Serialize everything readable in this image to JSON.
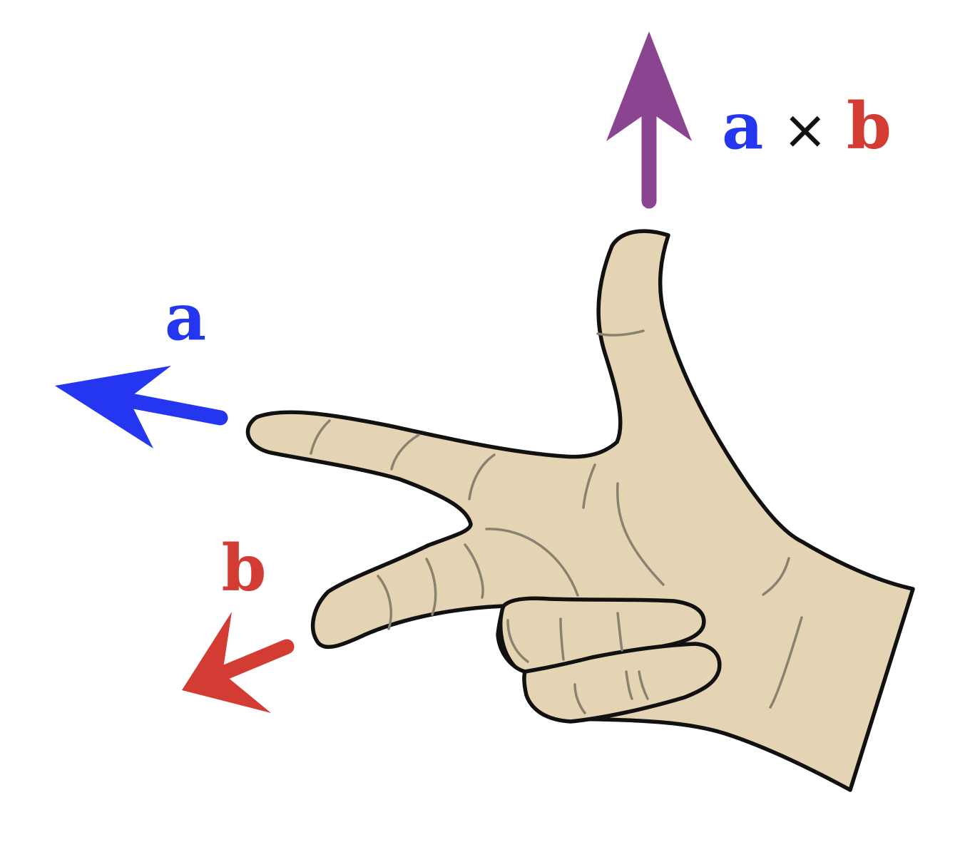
{
  "labels": {
    "vector_a": "a",
    "vector_b": "b",
    "cross_a": "a",
    "cross_times": "×",
    "cross_b": "b"
  },
  "colors": {
    "vector_a": "#2436f0",
    "vector_b": "#d33c33",
    "cross_product": "#8b4590",
    "times_sign": "#111111",
    "skin": "#e4d4b3",
    "outline": "#111111",
    "crease": "#8a8170"
  },
  "icons": {
    "hand": "right-hand-rule-hand",
    "arrows": [
      "vector-a-arrow",
      "vector-b-arrow",
      "cross-product-arrow"
    ]
  }
}
